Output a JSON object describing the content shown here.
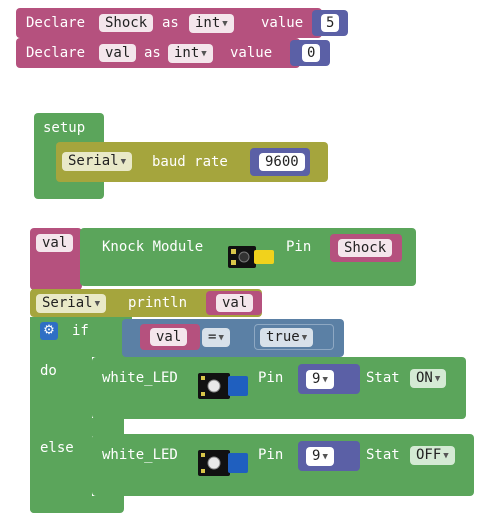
{
  "colors": {
    "variable": "#b5517e",
    "number": "#5b60a6",
    "green": "#5ba55b",
    "olive": "#a5a53d",
    "logic": "#5b80a5",
    "number_field_bg": "#ffffff",
    "text_field_bg": "#f4e6ec"
  },
  "declarations": [
    {
      "declare": "Declare",
      "name": "Shock",
      "as": "as",
      "type": "int",
      "value_label": "value",
      "value": "5"
    },
    {
      "declare": "Declare",
      "name": "val",
      "as": "as",
      "type": "int",
      "value_label": "value",
      "value": "0"
    }
  ],
  "setup": {
    "label": "setup",
    "serial": "Serial",
    "baud_label": "baud rate",
    "baud_value": "9600"
  },
  "knock": {
    "var": "val",
    "label": "Knock Module",
    "pin_label": "Pin",
    "pin_var": "Shock",
    "module_icon": "knock-sensor-module-icon"
  },
  "println": {
    "serial": "Serial",
    "label": "println",
    "var": "val"
  },
  "if_block": {
    "gear_icon": "gear-icon",
    "if_label": "if",
    "left": "val",
    "op": "=",
    "right": "true",
    "do_label": "do",
    "else_label": "else"
  },
  "led_on": {
    "label": "white_LED",
    "pin_label": "Pin",
    "pin": "9",
    "stat_label": "Stat",
    "stat": "ON",
    "module_icon": "led-module-icon"
  },
  "led_off": {
    "label": "white_LED",
    "pin_label": "Pin",
    "pin": "9",
    "stat_label": "Stat",
    "stat": "OFF",
    "module_icon": "led-module-icon"
  }
}
